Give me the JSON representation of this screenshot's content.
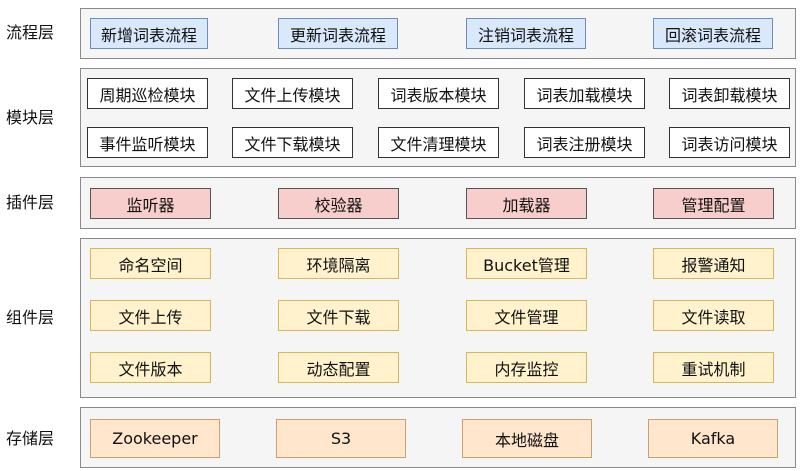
{
  "layers": {
    "process": {
      "label": "流程层",
      "items": [
        "新增词表流程",
        "更新词表流程",
        "注销词表流程",
        "回滚词表流程"
      ]
    },
    "module": {
      "label": "模块层",
      "items": [
        "周期巡检模块",
        "文件上传模块",
        "词表版本模块",
        "词表加载模块",
        "词表卸载模块",
        "事件监听模块",
        "文件下载模块",
        "文件清理模块",
        "词表注册模块",
        "词表访问模块"
      ]
    },
    "plugin": {
      "label": "插件层",
      "items": [
        "监听器",
        "校验器",
        "加载器",
        "管理配置"
      ]
    },
    "component": {
      "label": "组件层",
      "items": [
        "命名空间",
        "环境隔离",
        "Bucket管理",
        "报警通知",
        "文件上传",
        "文件下载",
        "文件管理",
        "文件读取",
        "文件版本",
        "动态配置",
        "内存监控",
        "重试机制"
      ]
    },
    "storage": {
      "label": "存储层",
      "items": [
        "Zookeeper",
        "S3",
        "本地磁盘",
        "Kafka"
      ]
    }
  },
  "colors": {
    "process_fill": "#dae8fc",
    "module_fill": "#ffffff",
    "plugin_fill": "#f8cecc",
    "component_fill": "#fff2cc",
    "storage_fill": "#ffe6cc",
    "panel_fill": "#f5f5f5"
  }
}
